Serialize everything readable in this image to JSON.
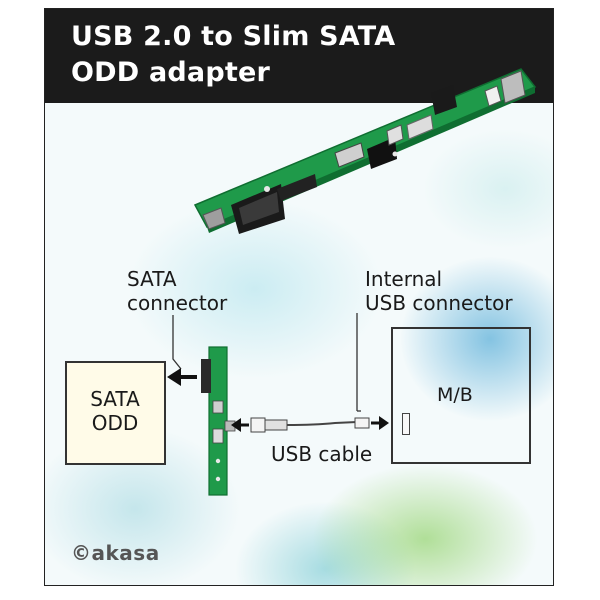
{
  "header": {
    "title_line1": "USB 2.0 to Slim SATA",
    "title_line2": "ODD adapter"
  },
  "labels": {
    "sata_connector_line1": "SATA",
    "sata_connector_line2": "connector",
    "internal_usb_line1": "Internal",
    "internal_usb_line2": "USB connector",
    "sata_odd_line1": "SATA",
    "sata_odd_line2": "ODD",
    "mb": "M/B",
    "usb_cable": "USB cable"
  },
  "brand": {
    "logo_text": "©akasa"
  },
  "colors": {
    "header_bg": "#1b1b1b",
    "pcb_green": "#1f9a4a",
    "arrow": "#111111"
  },
  "icons": {
    "adapter_photo": "adapter-board-photo",
    "adapter_side": "adapter-board-side-icon",
    "usb_plug": "usb-plug-icon"
  }
}
